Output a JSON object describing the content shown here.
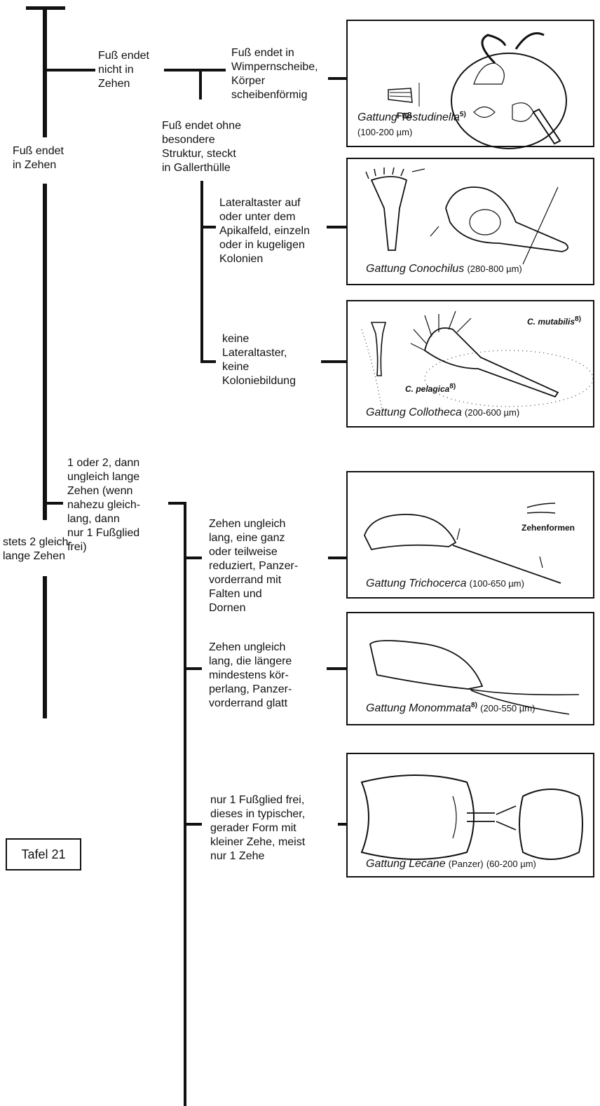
{
  "nodes": {
    "fuss_endet_in_zehen": "Fuß endet\nin  Zehen",
    "nicht_in_zehen": "Fuß endet\nnicht in\nZehen",
    "wimpernscheibe": "Fuß endet in\nWimpernscheibe,\nKörper\nscheibenförmig",
    "ohne_struktur": "Fuß endet ohne\nbesondere\nStruktur, steckt\nin Gallerthülle",
    "lateraltaster": "Lateraltaster auf\noder unter dem\nApikalfeld, einzeln\noder in kugeligen\nKolonien",
    "keine_lateraltaster": "keine\nLateraltaster,\nkeine\nKoloniebildung",
    "ungleich_lange": "1 oder 2, dann\nungleich lange\nZehen (wenn\nnahezu gleich-\nlang, dann\nnur 1 Fußglied\nfrei)",
    "trichocerca_key": "Zehen ungleich\nlang, eine ganz\noder teilweise\nreduziert, Panzer-\nvorderrand mit\nFalten und\nDornen",
    "monommata_key": "Zehen ungleich\nlang, die längere\nmindestens kör-\nperlang, Panzer-\nvorderrand glatt",
    "lecane_key": "nur 1 Fußglied frei,\ndieses in typischer,\ngerader Form mit\nkleiner Zehe, meist\nnur 1 Zehe",
    "stets_2": "stets 2 gleich-\nlange Zehen",
    "tafel": "Tafel 21"
  },
  "panels": {
    "testudinella": {
      "genus_prefix": "Gattung",
      "genus": "Testudinella",
      "footnote": "5)",
      "range": "(100-200 µm)",
      "label_fuss": "Fuß"
    },
    "conochilus": {
      "genus_prefix": "Gattung",
      "genus": "Conochilus",
      "range": "(280-800 µm)"
    },
    "collotheca": {
      "genus_prefix": "Gattung",
      "genus": "Collotheca",
      "range": "(200-600 µm)",
      "species_1": "C. mutabilis",
      "species_1_note": "8)",
      "species_2": "C. pelagica",
      "species_2_note": "8)"
    },
    "trichocerca": {
      "genus_prefix": "Gattung",
      "genus": "Trichocerca",
      "range": "(100-650 µm)",
      "label_zehenformen": "Zehenformen"
    },
    "monommata": {
      "genus_prefix": "Gattung",
      "genus": "Monommata",
      "footnote": "8)",
      "range": "(200-550 µm)"
    },
    "lecane": {
      "genus_prefix": "Gattung",
      "genus": "Lecane",
      "note": "(Panzer)",
      "range": "(60-200 µm)"
    }
  }
}
